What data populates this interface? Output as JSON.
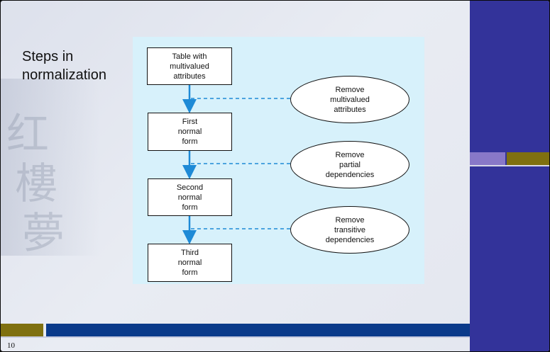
{
  "slide": {
    "title": "Steps in\nnormalization",
    "page_number": "10"
  },
  "diagram": {
    "boxes": [
      "Table with\nmultivalued\nattributes",
      "First\nnormal\nform",
      "Second\nnormal\nform",
      "Third\nnormal\nform"
    ],
    "steps": [
      "Remove\nmultivalued\nattributes",
      "Remove\npartial\ndependencies",
      "Remove\ntransitive\ndependencies"
    ]
  },
  "colors": {
    "arrow": "#1e8ad6",
    "panel": "#d7f1fb",
    "right_panel": "#33339a",
    "accent_olive": "#7f7010",
    "accent_purple": "#8878c8",
    "bottom_blue": "#0a3a8a"
  }
}
